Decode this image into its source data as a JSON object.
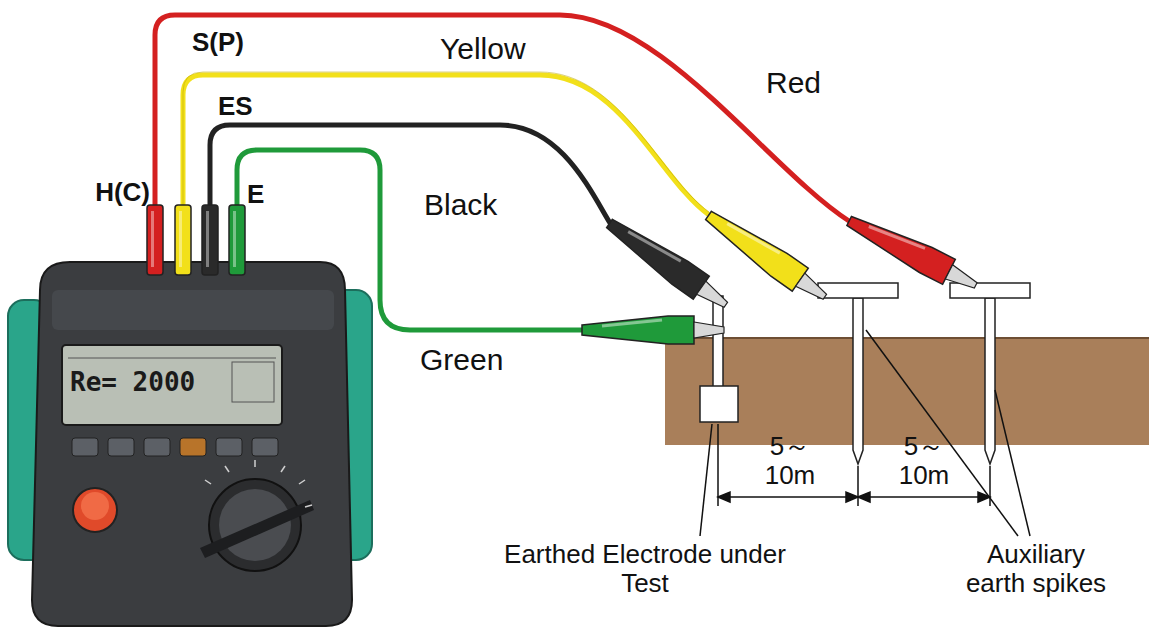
{
  "diagram": {
    "labels": [
      "H(C)",
      "S(P)",
      "ES",
      "E",
      "Yellow",
      "Red",
      "Black",
      "Green",
      "Re= 2000",
      "5～ 10m",
      "5～ 10m",
      "Earthed Electrode under Test",
      "Auxiliary earth spikes"
    ]
  }
}
